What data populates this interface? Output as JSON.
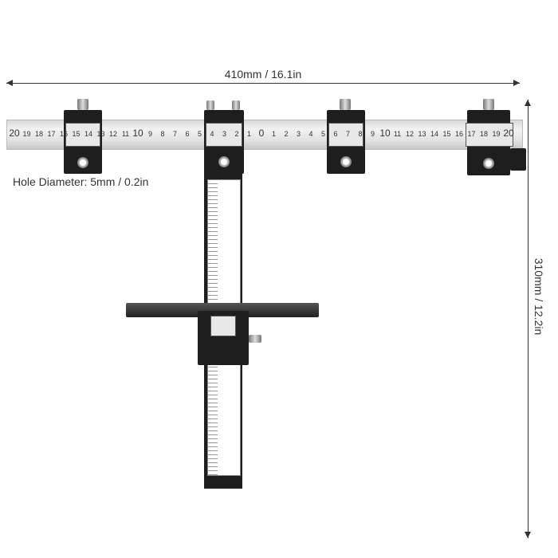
{
  "dimensions": {
    "width_label": "410mm / 16.1in",
    "height_label": "310mm / 12.2in",
    "hole_label": "Hole Diameter: 5mm / 0.2in"
  },
  "ruler": {
    "labels": [
      "20",
      "19",
      "18",
      "17",
      "16",
      "15",
      "14",
      "13",
      "12",
      "11",
      "10",
      "9",
      "8",
      "7",
      "6",
      "5",
      "4",
      "3",
      "2",
      "1",
      "0",
      "1",
      "2",
      "3",
      "4",
      "5",
      "6",
      "7",
      "8",
      "9",
      "10",
      "11",
      "12",
      "13",
      "14",
      "15",
      "16",
      "17",
      "18",
      "19",
      "20"
    ]
  },
  "colors": {
    "block": "#1e1e1e",
    "ruler": "#e2e2e2",
    "line": "#333333"
  }
}
